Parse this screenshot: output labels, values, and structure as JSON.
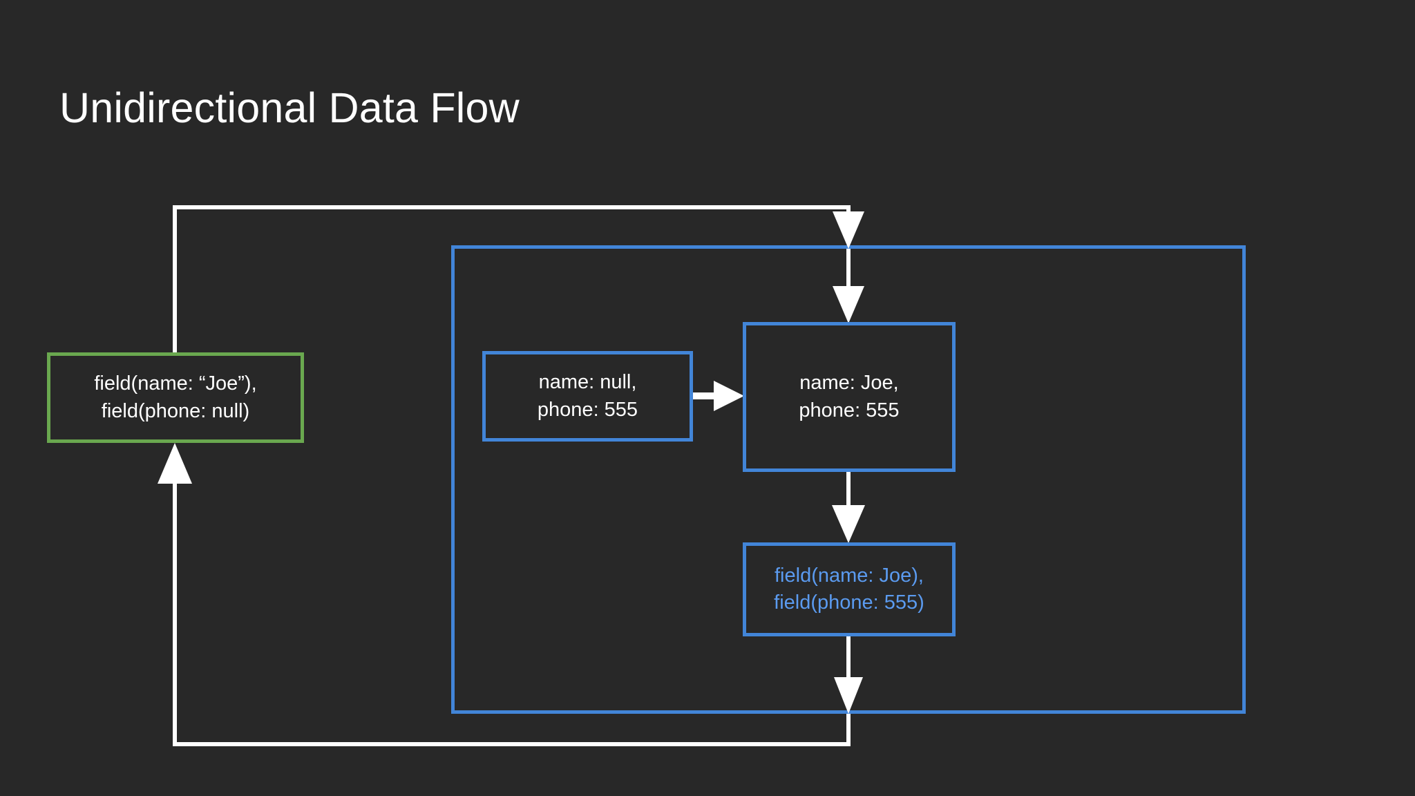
{
  "slide": {
    "title": "Unidirectional Data Flow",
    "background_color": "#282828"
  },
  "colors": {
    "background": "#282828",
    "arrow_white": "#ffffff",
    "accent_green": "#6aa84f",
    "accent_blue": "#4285d8",
    "text_blue": "#5b9bf0",
    "text_white": "#ffffff"
  },
  "nodes": {
    "store": {
      "name": "store-node",
      "border_color": "#6aa84f",
      "text_color": "#ffffff",
      "line1": "field(name: “Joe”),",
      "line2": "field(phone: null)"
    },
    "previous_state": {
      "name": "previous-state-node",
      "border_color": "#4285d8",
      "text_color": "#ffffff",
      "line1": "name: null,",
      "line2": "phone: 555"
    },
    "next_state": {
      "name": "next-state-node",
      "border_color": "#4285d8",
      "text_color": "#ffffff",
      "line1": "name: Joe,",
      "line2": "phone: 555"
    },
    "actions": {
      "name": "actions-node",
      "border_color": "#4285d8",
      "text_color": "#5b9bf0",
      "line1": "field(name: Joe),",
      "line2": "field(phone: 555)"
    }
  },
  "container": {
    "name": "component-container",
    "border_color": "#4285d8"
  },
  "arrows": [
    {
      "id": "store-to-container",
      "direction": "down",
      "color": "#ffffff"
    },
    {
      "id": "container-to-next-state",
      "direction": "down",
      "color": "#ffffff"
    },
    {
      "id": "previous-to-next-state",
      "direction": "right",
      "color": "#ffffff"
    },
    {
      "id": "next-state-to-actions",
      "direction": "down",
      "color": "#ffffff"
    },
    {
      "id": "actions-out-of-container",
      "direction": "down",
      "color": "#ffffff"
    },
    {
      "id": "return-to-store",
      "direction": "up",
      "color": "#ffffff"
    }
  ]
}
